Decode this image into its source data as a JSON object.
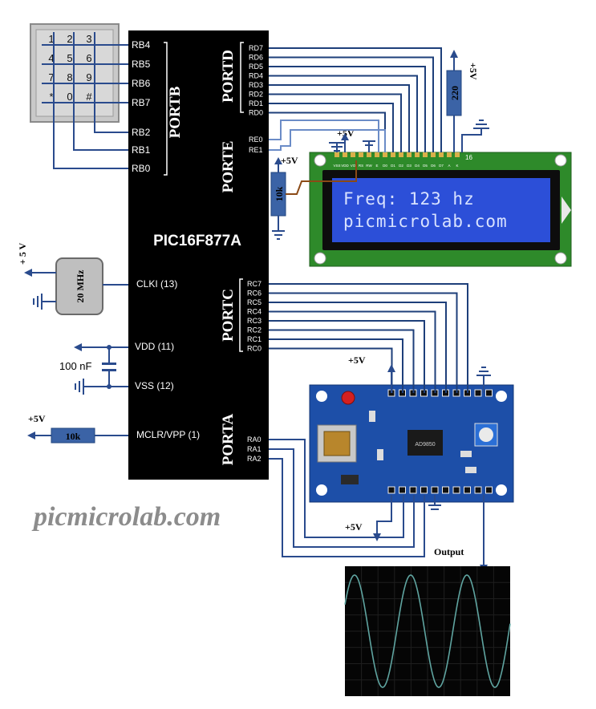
{
  "mcu": {
    "name": "PIC16F877A",
    "portb_label": "PORTB",
    "portd_label": "PORTD",
    "porte_label": "PORTE",
    "portc_label": "PORTC",
    "porta_label": "PORTA",
    "portb_pins": [
      "RB4",
      "RB5",
      "RB6",
      "RB7",
      "RB2",
      "RB1",
      "RB0"
    ],
    "portd_pins": [
      "RD7",
      "RD6",
      "RD5",
      "RD4",
      "RD3",
      "RD2",
      "RD1",
      "RD0"
    ],
    "porte_pins": [
      "RE0",
      "RE1"
    ],
    "portc_pins": [
      "RC7",
      "RC6",
      "RC5",
      "RC4",
      "RC3",
      "RC2",
      "RC1",
      "RC0"
    ],
    "porta_pins": [
      "RA0",
      "RA1",
      "RA2"
    ],
    "clki": "CLKI (13)",
    "vdd": "VDD (11)",
    "vss": "VSS (12)",
    "mclr": "MCLR/VPP (1)"
  },
  "keypad": {
    "rows": [
      [
        "1",
        "2",
        "3"
      ],
      [
        "4",
        "5",
        "6"
      ],
      [
        "7",
        "8",
        "9"
      ],
      [
        "*",
        "0",
        "#"
      ]
    ]
  },
  "components": {
    "crystal": "20 MHz",
    "cap": "100 nF",
    "mclr_res": "10k",
    "contrast_res": "10k",
    "backlight_res": "220"
  },
  "supply": {
    "plus5v_crystal": "+ 5 V",
    "plus5v_mclr": "+5V",
    "plus5v_lcd_top": "+5V",
    "plus5v_contrast": "+5V",
    "plus5v_backlight": "+5V",
    "plus5v_dds_top": "+5V",
    "plus5v_dds_bottom": "+5V"
  },
  "lcd": {
    "line1": "Freq: 123 hz",
    "line2": "picmicrolab.com",
    "pin_labels": [
      "VSS",
      "VDD",
      "VO",
      "RS",
      "RW",
      "E",
      "D0",
      "D1",
      "D2",
      "D3",
      "D4",
      "D5",
      "D6",
      "D7",
      "A",
      "K"
    ],
    "pin_count_label": "16"
  },
  "dds": {
    "chip": "AD9850"
  },
  "output_label": "Output",
  "watermark": "picmicrolab.com"
}
